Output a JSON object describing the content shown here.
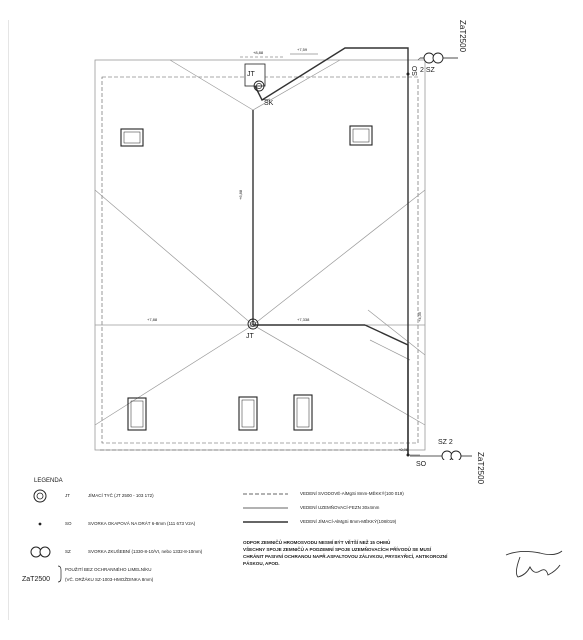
{
  "plan": {
    "labels": {
      "jt_top": "JT",
      "sk": "SK",
      "jt_center": "JT",
      "sz_top": "2 SZ",
      "sz_top_letter": "S",
      "so_top": "SO",
      "sz_bottom": "SZ 2",
      "so_bottom": "SO",
      "zat_top": "ZaT2500",
      "zat_bottom": "ZaT2500"
    },
    "heights": {
      "h_top_left": "+8,88",
      "h_top_right": "+7,59",
      "h_vert_ridge": "+6,88",
      "h_left_mid": "+7,88",
      "h_right_mid": "+7,338",
      "h_right_vert": "+4,35",
      "h_bottom": "+0,96"
    },
    "colors": {
      "drawing": "#333333",
      "dashed": "#555555",
      "roof": "#9a9a9a"
    }
  },
  "legend": {
    "title": "LEGENDA",
    "items": [
      {
        "icon": "double-circle-icon",
        "code": "JT",
        "text": "JÍMACÍ TYČ (JT 2500 - 103 172)"
      },
      {
        "icon": "dot-icon",
        "code": "SO",
        "text": "SVORKA OKAPOVÁ NA DRÁT 6-8mm (111 673 V2A)"
      },
      {
        "icon": "twin-circle-icon",
        "code": "SZ",
        "text": "SVORKA ZKUŠEBNÍ (1330-8-10/VI, nebo 1332-8-10mm)"
      }
    ],
    "zat_code": "ZaT2500",
    "zat_text_1": "POUŽITÍ BEZ OCHRANNÉHO LIMELNÍKU",
    "zat_text_2": "(VČ. DRŽÁKU SZ-1003-HMOŽDINKA 8mm)",
    "lines": [
      {
        "style": "dashed",
        "text": "VEDENÍ SVODOVÉ-AlMgSi 8mm-MĚKKÝ(100 019)"
      },
      {
        "style": "thin",
        "text": "VEDENÍ UZEMŇOVACÍ-FEZN 30x4mm"
      },
      {
        "style": "thick",
        "text": "VEDENÍ JÍMACÍ-AlMgSi 8mm-MĚKKÝ(108/019)"
      }
    ]
  },
  "note": {
    "line1": "ODPOR ZEMNIČŮ HROMOSVODU NESMÍ BÝT VĚTŠÍ NEŽ 15 OHMŮ",
    "line2": "VŠECHNY SPOJE ZEMNIČŮ A PODZEMNÍ SPOJE UZEMŇOVACÍCH PŘÍVODŮ SE MUSÍ",
    "line3": "CHRÁNIT PASIVNÍ OCHRANOU NAPŘ.ASFALTOVOU ZÁLIVKOU, PRYSKYŘICÍ, ANTIKOROZNÍ",
    "line4": "PÁSKOU, APOD."
  }
}
